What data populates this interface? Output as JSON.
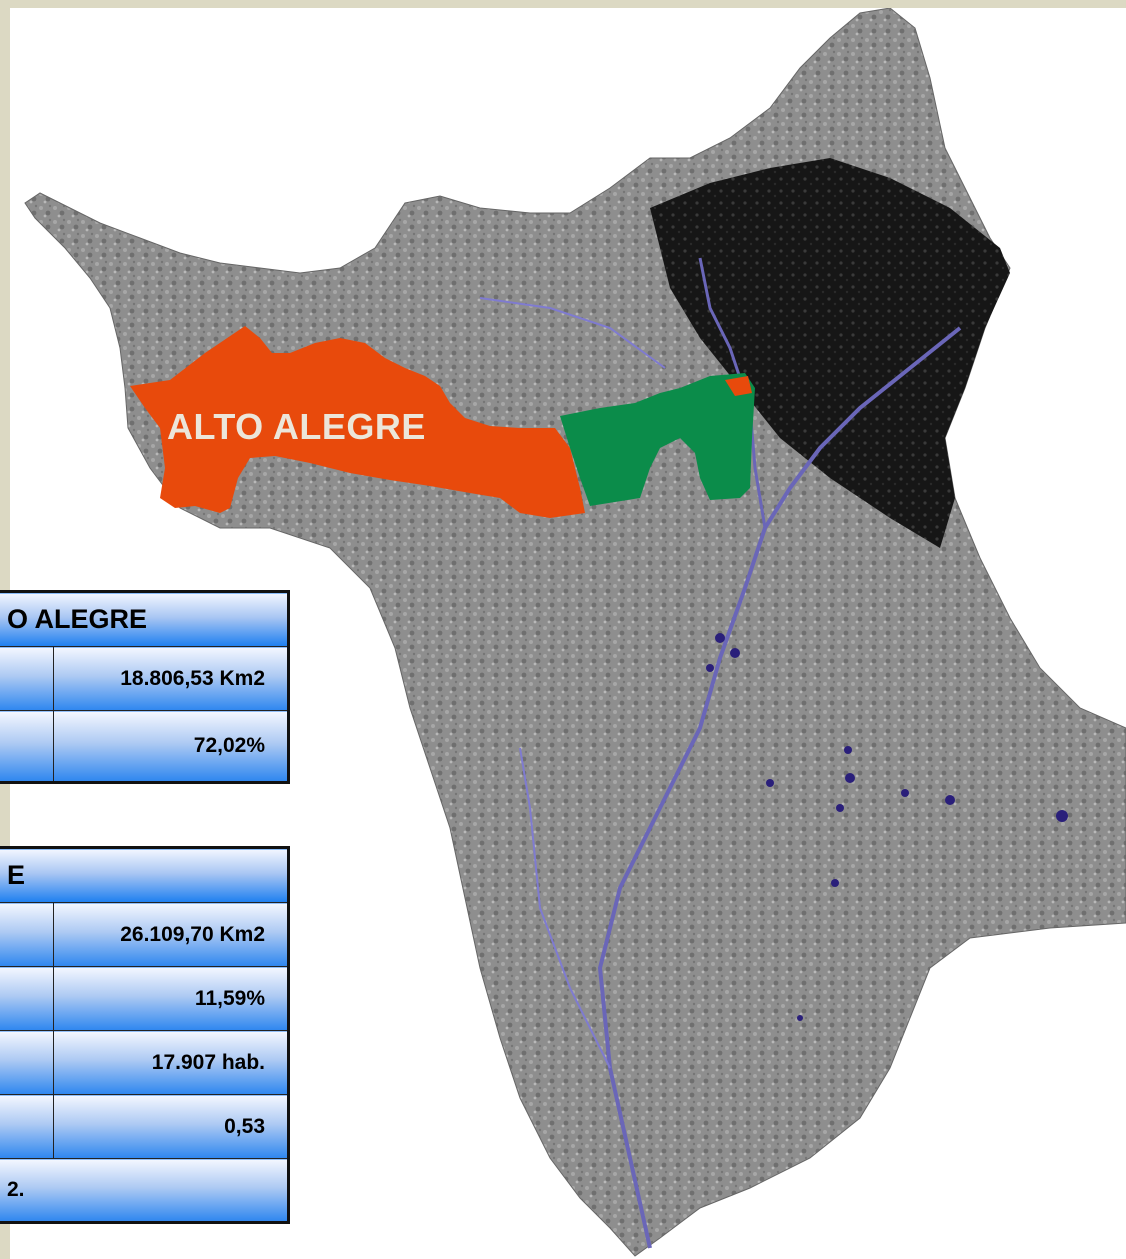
{
  "map": {
    "label": "ALTO ALEGRE",
    "colors": {
      "highlight": "#e84a0c",
      "secondary": "#0b8c4a",
      "terrain": "#8c8c8c",
      "forest": "#1a1a1a",
      "river": "#6a66b8",
      "frame": "#dcd9c3"
    }
  },
  "table_area": {
    "header": "O ALEGRE",
    "rows": [
      {
        "value": "18.806,53 Km2"
      },
      {
        "value": "72,02%"
      }
    ]
  },
  "table_stats": {
    "header": "E",
    "rows": [
      {
        "value": "26.109,70 Km2"
      },
      {
        "value": "11,59%"
      },
      {
        "value": "17.907  hab."
      },
      {
        "value": "0,53"
      }
    ],
    "footnote": "2."
  }
}
